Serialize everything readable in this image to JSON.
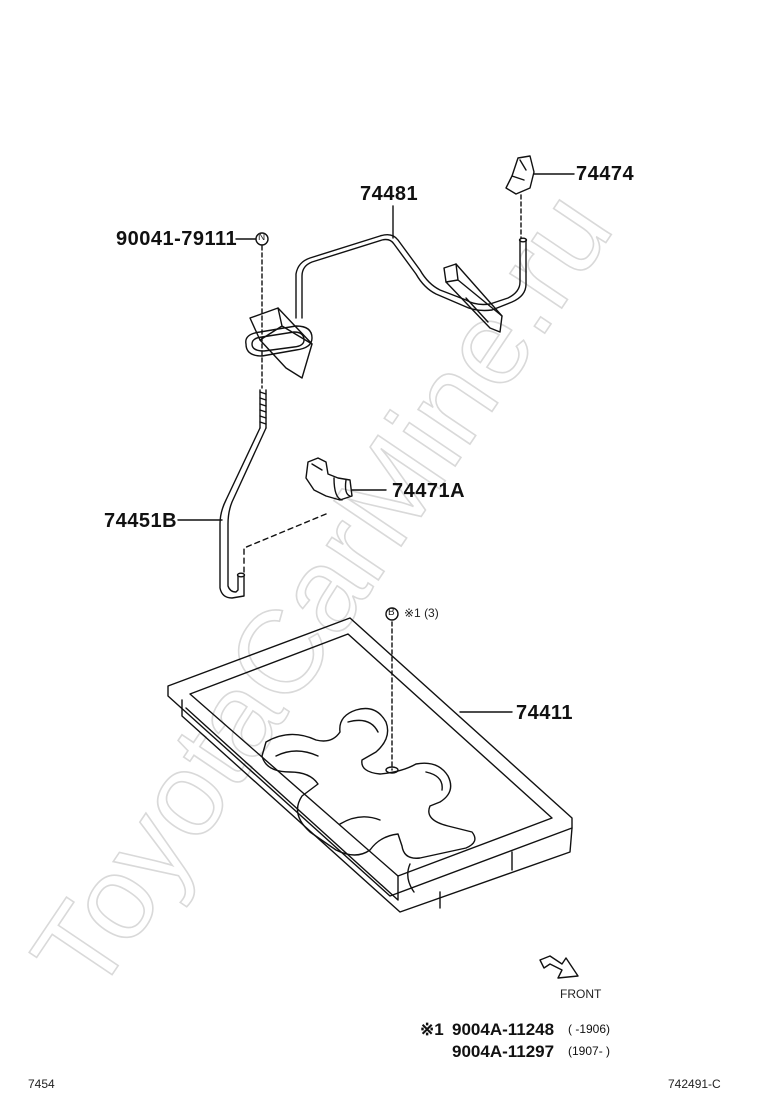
{
  "watermark": "ToyotaCarMine.ru",
  "parts": {
    "p74474": "74474",
    "p74481": "74481",
    "p90041": "90041-79111",
    "p74471A": "74471A",
    "p74451B": "74451B",
    "p74411": "74411"
  },
  "markers": {
    "n": "N",
    "b": "B",
    "ref": "※1 (3)"
  },
  "front_label": "FRONT",
  "footnote": {
    "mark": "※1",
    "part1": "9004A-11248",
    "range1": "(     -1906)",
    "part2": "9004A-11297",
    "range2": "(1907-     )"
  },
  "footer": {
    "left": "7454",
    "right": "742491-C"
  }
}
